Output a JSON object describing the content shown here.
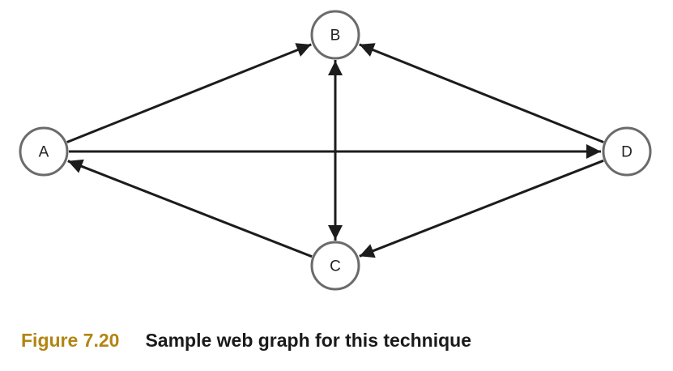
{
  "figure": {
    "label": "Figure 7.20",
    "caption": "Sample web graph for this technique"
  },
  "graph": {
    "nodes": [
      {
        "id": "A",
        "label": "A"
      },
      {
        "id": "B",
        "label": "B"
      },
      {
        "id": "C",
        "label": "C"
      },
      {
        "id": "D",
        "label": "D"
      }
    ],
    "edges": [
      {
        "from": "A",
        "to": "B"
      },
      {
        "from": "A",
        "to": "D"
      },
      {
        "from": "B",
        "to": "C"
      },
      {
        "from": "C",
        "to": "B"
      },
      {
        "from": "C",
        "to": "A"
      },
      {
        "from": "D",
        "to": "B"
      },
      {
        "from": "D",
        "to": "C"
      }
    ],
    "colors": {
      "node_stroke": "#6b6b6b",
      "edge": "#1c1c1c",
      "figure_label": "#b38412"
    }
  }
}
